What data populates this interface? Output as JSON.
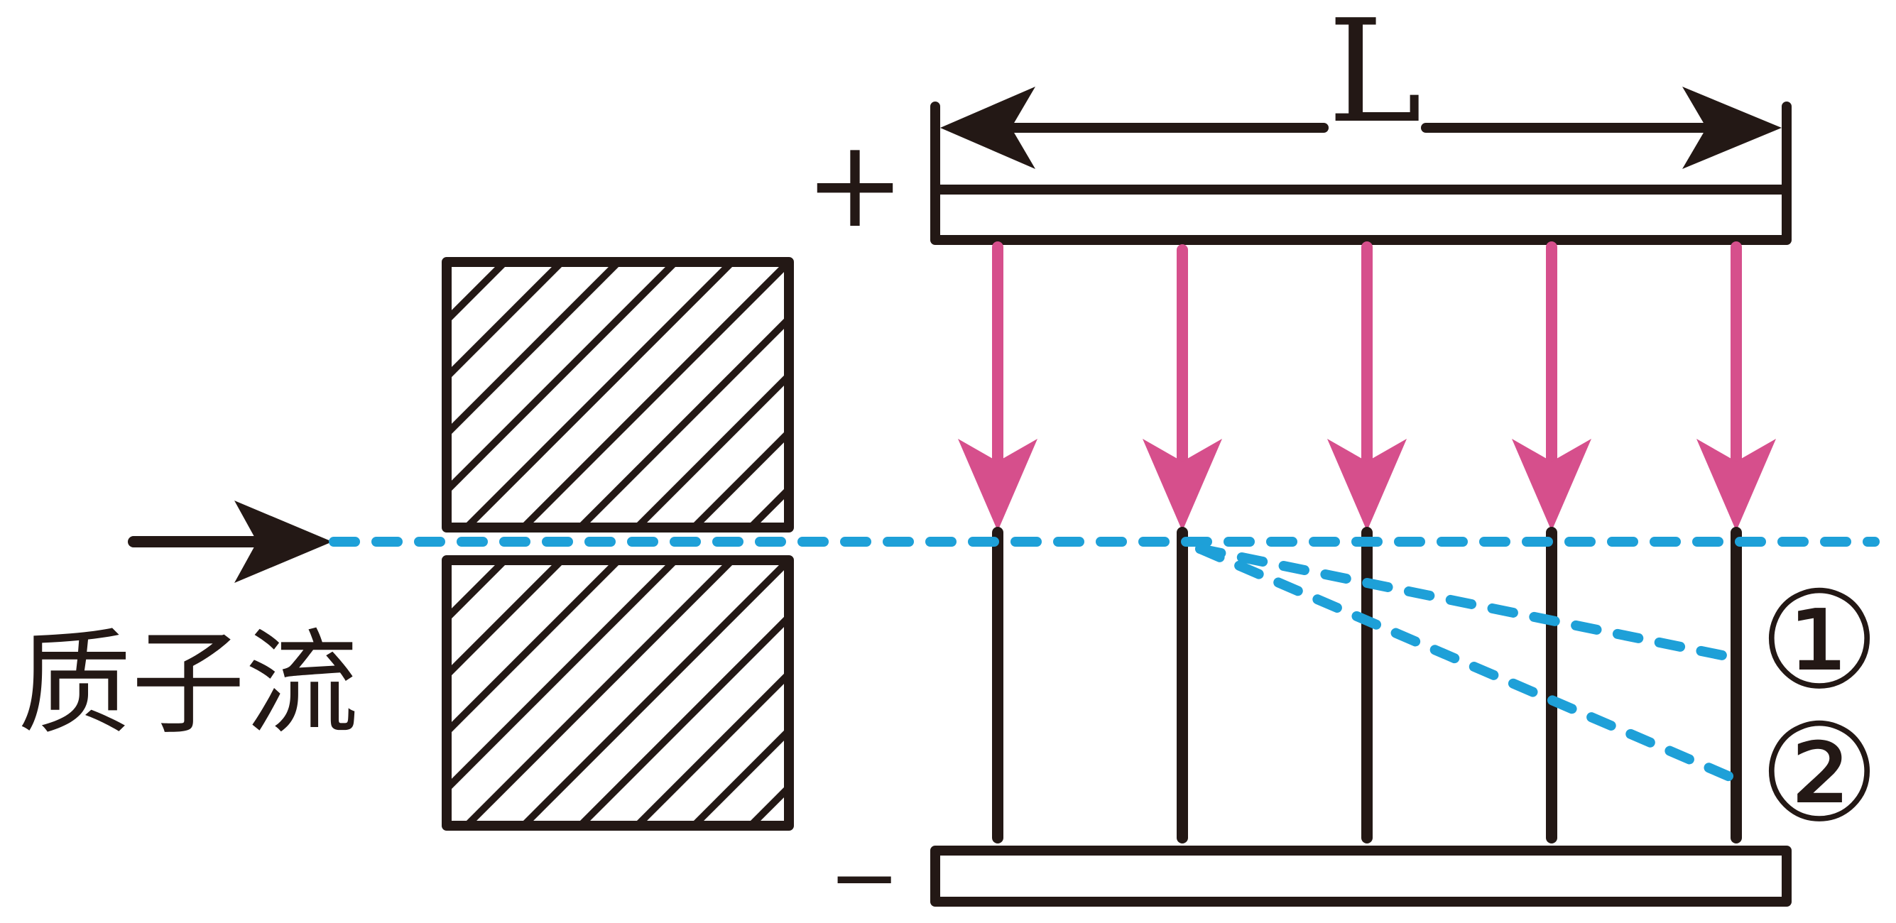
{
  "labels": {
    "plus": "+",
    "minus": "−",
    "length": "L",
    "proton_stream": "质子流",
    "path_1": "①",
    "path_2": "②"
  },
  "colors": {
    "ink": "#231815",
    "field": "#d64f8c",
    "beam": "#1ea0d8",
    "background": "#ffffff"
  },
  "field_line_count": 5
}
